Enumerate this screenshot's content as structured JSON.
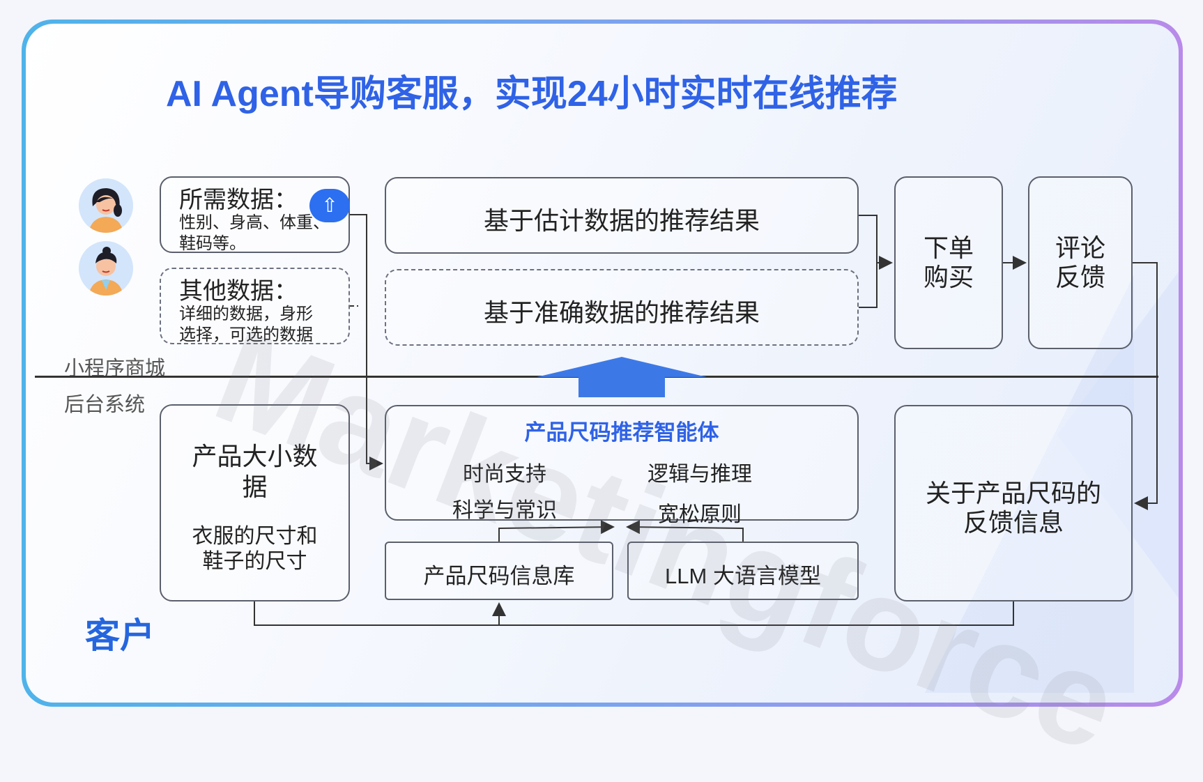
{
  "title": "AI Agent导购客服，实现24小时实时在线推荐",
  "lanes": {
    "top": "小程序商城",
    "bottom": "后台系统"
  },
  "required_data": {
    "heading": "所需数据：",
    "line1": "性别、身高、体重、",
    "line2": "鞋码等。"
  },
  "other_data": {
    "heading": "其他数据：",
    "line1": "详细的数据，身形",
    "line2": "选择，可选的数据"
  },
  "results": {
    "estimated": "基于估计数据的推荐结果",
    "accurate": "基于准确数据的推荐结果"
  },
  "order": {
    "line1": "下单",
    "line2": "购买"
  },
  "review": {
    "line1": "评论",
    "line2": "反馈"
  },
  "product_size": {
    "title1": "产品大小数",
    "title2": "据",
    "desc1": "衣服的尺寸和",
    "desc2": "鞋子的尺寸"
  },
  "agent": {
    "title": "产品尺码推荐智能体",
    "skills": [
      "时尚支持",
      "逻辑与推理",
      "科学与常识",
      "宽松原则"
    ]
  },
  "size_db": "产品尺码信息库",
  "llm": "LLM 大语言模型",
  "feedback": {
    "line1": "关于产品尺码的",
    "line2": "反馈信息"
  },
  "customer": "客户",
  "watermark": "Marketingforce",
  "colors": {
    "title": "#2f62e6",
    "accent": "#2c6ff0",
    "arrow": "#3d79e6"
  },
  "icons": {
    "badge": "upload-icon"
  }
}
